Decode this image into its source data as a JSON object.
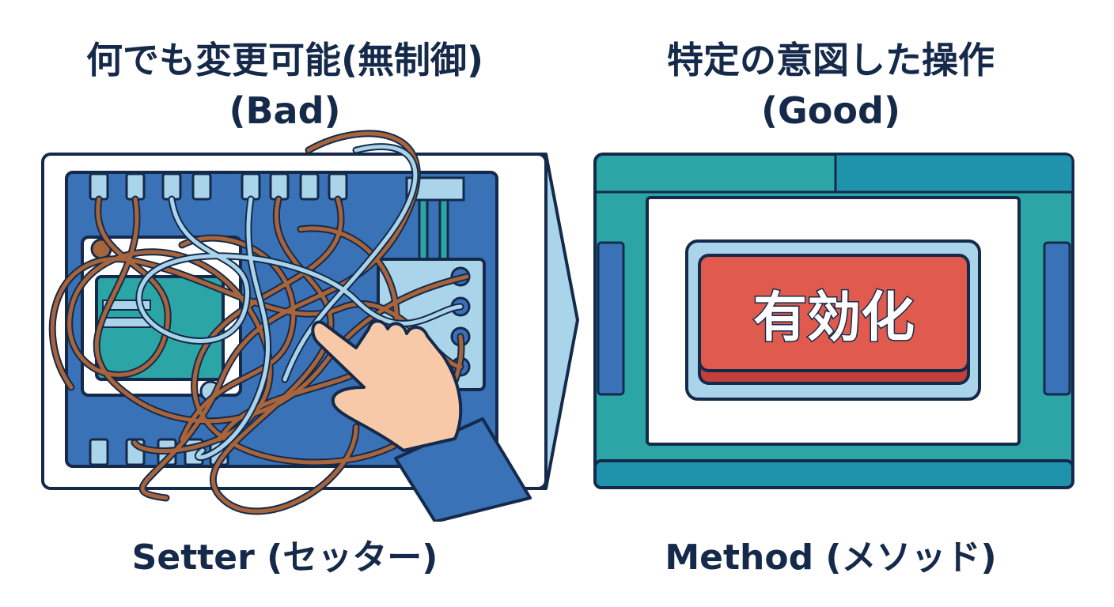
{
  "left": {
    "heading_line1": "何でも変更可能(無制御)",
    "heading_line2": "(Bad)",
    "caption": "Setter (セッター)"
  },
  "right": {
    "heading_line1": "特定の意図した操作",
    "heading_line2": "(Good)",
    "caption": "Method (メソッド)",
    "button_label": "有効化"
  },
  "colors": {
    "navy": "#152a4a",
    "panel_blue": "#3a72b8",
    "teal": "#2ba5a5",
    "wire_brown": "#a8643a",
    "wire_light_blue": "#a9d4ea",
    "button_red": "#e05a4e",
    "skin": "#f8c9a8"
  },
  "icons": [
    "tangled-wires-icon",
    "hand-icon",
    "arrow-right-icon",
    "activate-button-icon"
  ]
}
